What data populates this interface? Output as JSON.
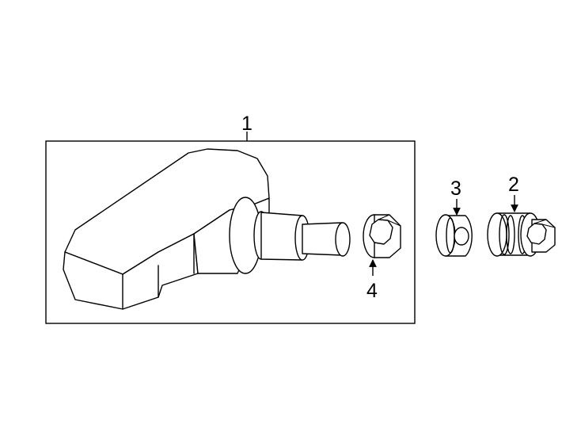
{
  "diagram": {
    "callouts": {
      "part1": "1",
      "part2": "2",
      "part3": "3",
      "part4": "4"
    },
    "colors": {
      "line": "#000000",
      "background": "#ffffff"
    }
  }
}
